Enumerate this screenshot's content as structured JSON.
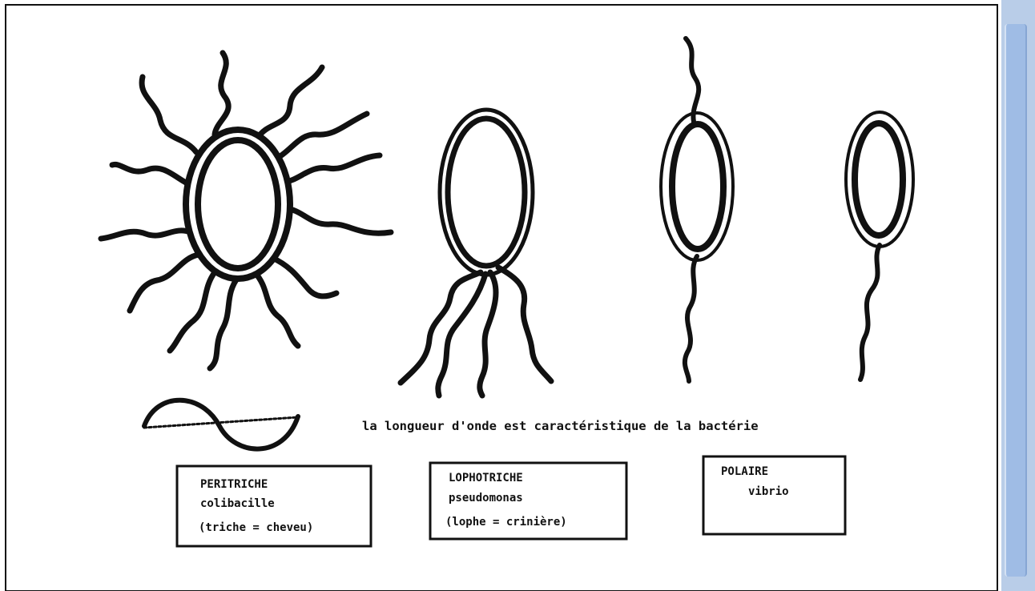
{
  "diagram": {
    "wavelength_caption": "la longueur d'onde est caractéristique de la bactérie",
    "boxes": [
      {
        "title": "PERITRICHE",
        "example": "colibacille",
        "note": "(triche = cheveu)"
      },
      {
        "title": "LOPHOTRICHE",
        "example": "pseudomonas",
        "note": "(lophe = crinière)"
      },
      {
        "title": "POLAIRE",
        "example": "vibrio",
        "note": ""
      }
    ]
  },
  "colors": {
    "ink": "#111111",
    "scrollbar": "#b9cde8"
  }
}
